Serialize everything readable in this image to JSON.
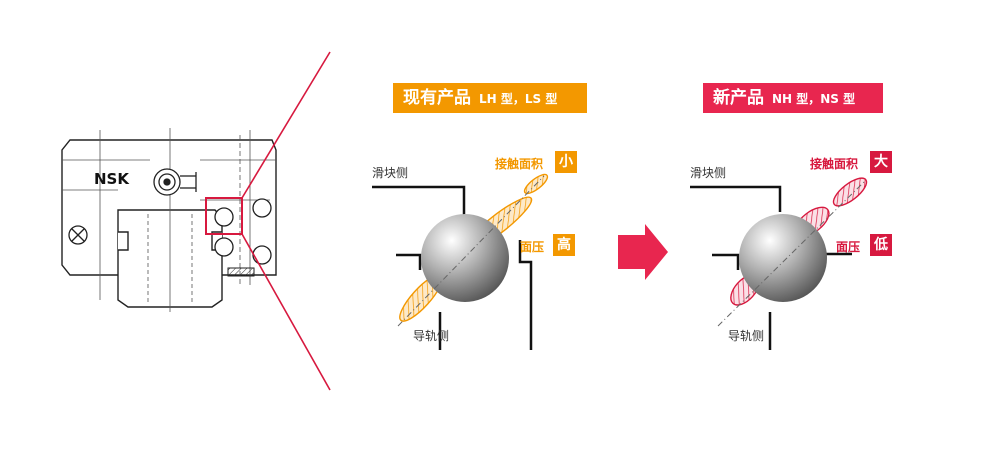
{
  "existing": {
    "title": "现有产品",
    "types": "LH 型，LS 型",
    "slider_side": "滑块侧",
    "rail_side": "导轨侧",
    "contact_area_label": "接触面积",
    "contact_area_value": "小",
    "surface_pressure_label": "面压",
    "surface_pressure_value": "高"
  },
  "new": {
    "title": "新产品",
    "types": "NH 型，NS 型",
    "slider_side": "滑块侧",
    "rail_side": "导轨侧",
    "contact_area_label": "接触面积",
    "contact_area_value": "大",
    "surface_pressure_label": "面压",
    "surface_pressure_value": "低"
  },
  "brand": "NSK",
  "colors": {
    "orange": "#f39800",
    "crimson": "#d7193f",
    "arrow": "#e8264f",
    "panel_bg": "#f0f0f0"
  }
}
